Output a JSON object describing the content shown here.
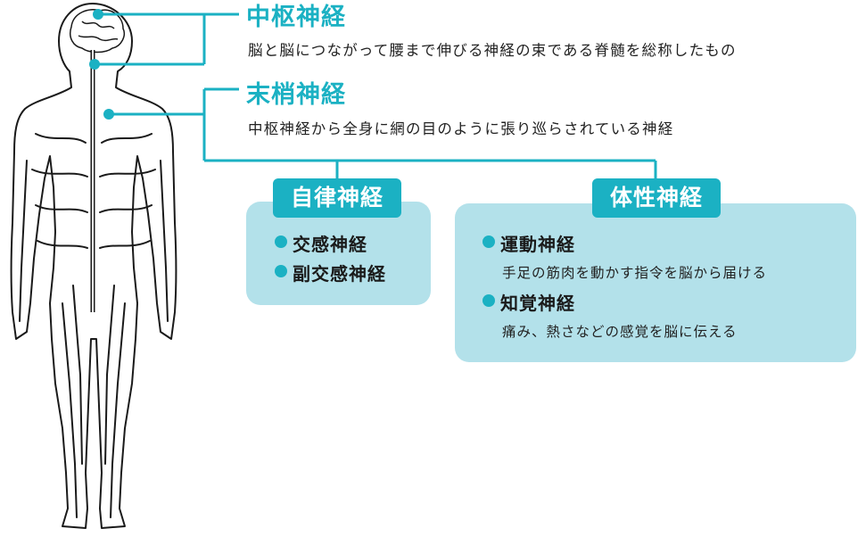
{
  "central": {
    "title": "中枢神経",
    "description": "脳と脳につながって腰まで伸びる神経の束である脊髄を総称したもの"
  },
  "peripheral": {
    "title": "末梢神経",
    "description": "中枢神経から全身に網の目のように張り巡らされている神経"
  },
  "autonomic": {
    "title": "自律神経",
    "items": [
      "交感神経",
      "副交感神経"
    ]
  },
  "somatic": {
    "title": "体性神経",
    "items": [
      {
        "label": "運動神経",
        "description": "手足の筋肉を動かす指令を脳から届ける"
      },
      {
        "label": "知覚神経",
        "description": "痛み、熱さなどの感覚を脳に伝える"
      }
    ]
  },
  "colors": {
    "accent": "#1bb1c3",
    "panel": "#b3e1ea",
    "outline": "#1a1a1a"
  },
  "icons": [
    "human-nervous-system-illustration",
    "brain-icon",
    "spinal-cord-icon",
    "bullet-dot-icon"
  ]
}
